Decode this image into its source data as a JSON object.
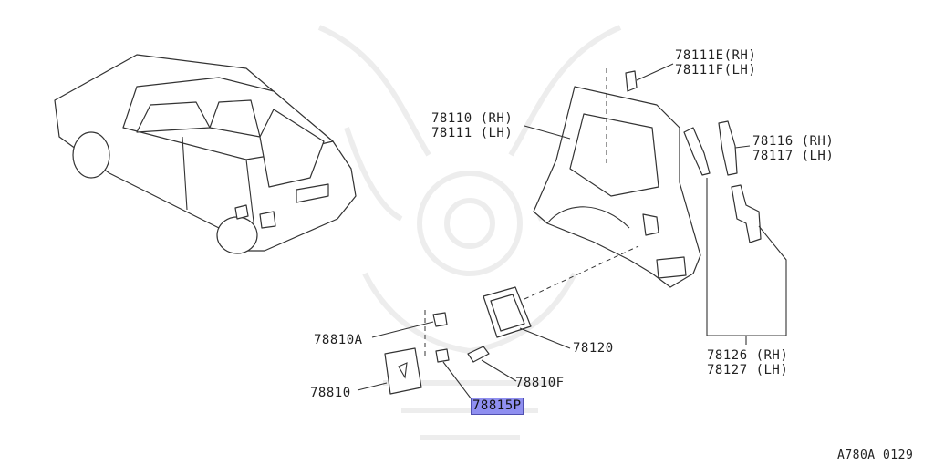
{
  "labels": {
    "p78111": "78111E(RH)",
    "p78111f": "78111F(LH)",
    "p78110": "78110 (RH)",
    "p78111lh": "78111 (LH)",
    "p78116": "78116 (RH)",
    "p78117": "78117 (LH)",
    "p78810a": "78810A",
    "p78120": "78120",
    "p78810f": "78810F",
    "p78810": "78810",
    "p78815p": "78815P",
    "p78126": "78126 (RH)",
    "p78127": "78127 (LH)"
  },
  "diagram_code": "A780A 0129",
  "highlight_color": "#8f8ff0"
}
